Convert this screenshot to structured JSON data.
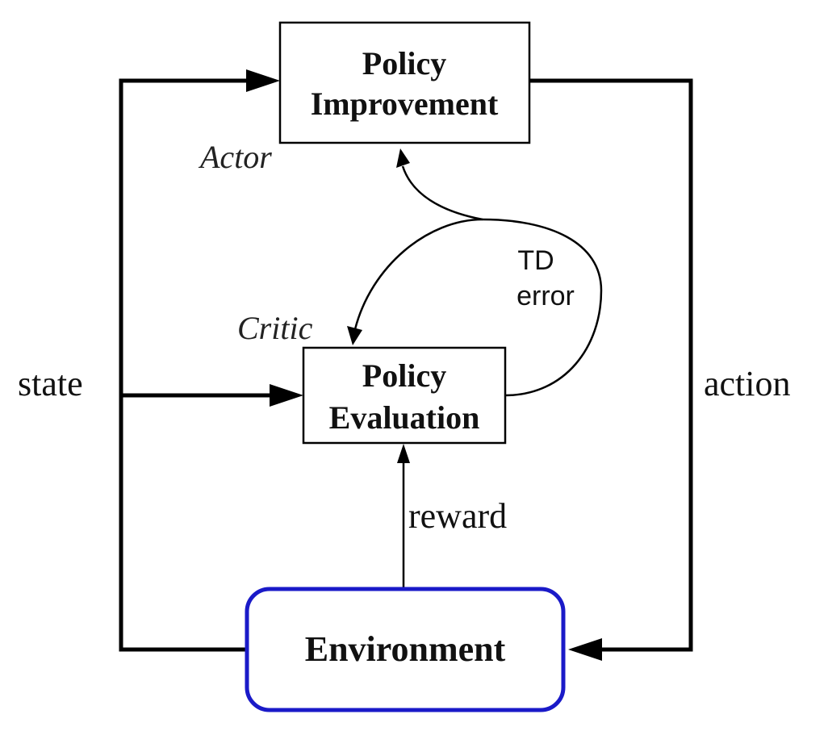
{
  "nodes": {
    "policy_improvement": {
      "line1": "Policy",
      "line2": "Improvement"
    },
    "policy_evaluation": {
      "line1": "Policy",
      "line2": "Evaluation"
    },
    "environment": {
      "label": "Environment"
    }
  },
  "roles": {
    "actor": "Actor",
    "critic": "Critic"
  },
  "edges": {
    "state": "state",
    "action": "action",
    "reward": "reward",
    "td_error_line1": "TD",
    "td_error_line2": "error"
  },
  "colors": {
    "stroke": "#000000",
    "text": "#111111",
    "environment_border": "#1a1ac8",
    "background": "#ffffff"
  }
}
